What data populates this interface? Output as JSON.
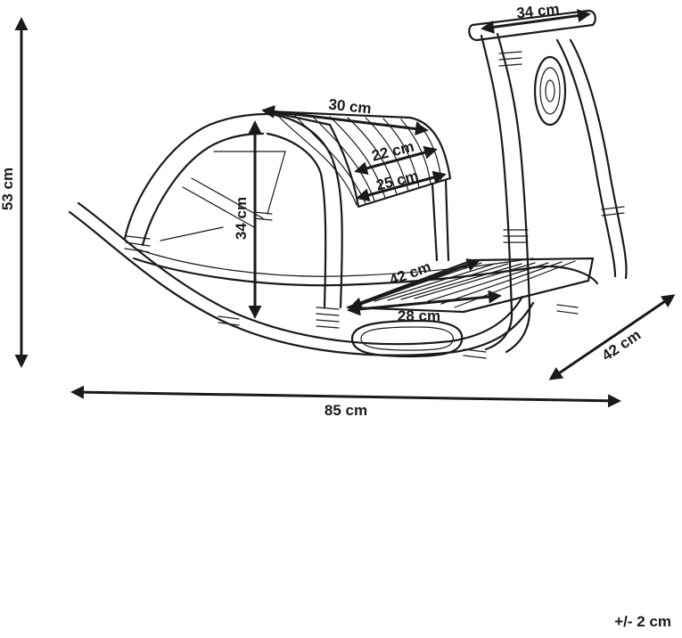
{
  "dimensions": {
    "handle_width": "34 cm",
    "seat_length": "30 cm",
    "seat_front_width": "22 cm",
    "seat_back_width": "25 cm",
    "seat_height": "34 cm",
    "total_height": "53 cm",
    "platform_length": "42 cm",
    "platform_width": "28 cm",
    "total_length": "85 cm",
    "total_depth": "42 cm"
  },
  "tolerance": "+/- 2 cm"
}
